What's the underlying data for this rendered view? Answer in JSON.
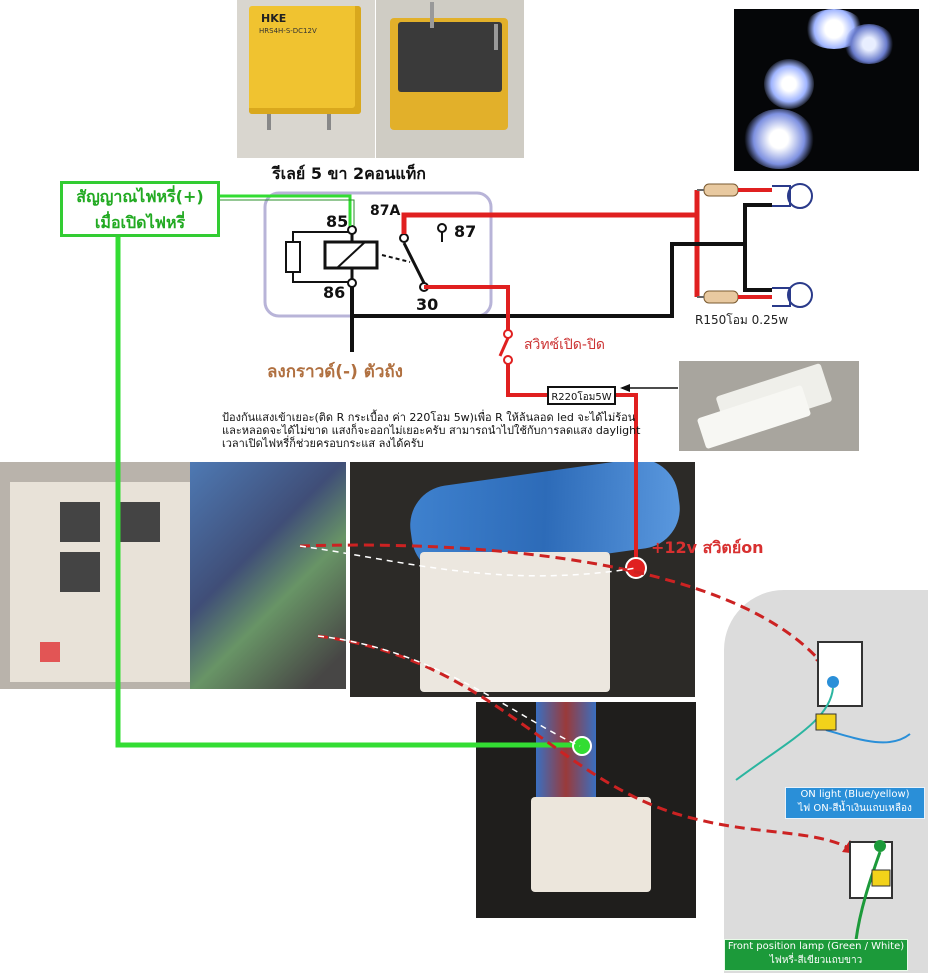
{
  "relay": {
    "caption": "รีเลย์   5 ขา 2คอนแท็ก",
    "brand_top": "HKE",
    "brand_model": "HRS4H-S-DC12V",
    "pins": {
      "p85": "85",
      "p86": "86",
      "p87a": "87A",
      "p87": "87",
      "p30": "30"
    }
  },
  "signal": {
    "line1": "สัญญาณไฟหรี่(+)",
    "line2": "เมื่อเปิดไฟหรี่"
  },
  "ground_label": "ลงกราวด์(-) ตัวถัง",
  "switch_label": "สวิทซ์เปิด-ปิด",
  "resistor_led_label": "R150โอม 0.25w",
  "resistor_220_label": "R220โอม5W",
  "note": "ป้องกันแสงเข้าเยอะ(ติด R กระเบื้อง ค่า 220โอม 5w)เพื่อ R ให้ล้นลอด led จะได้ไม่ร้อน และหลอดจะได้ไม่ขาด แสงก็จะออกไม่เยอะครับ สามารถนำไปใช้กับการลดแสง daylight เวลาเปิดไฟหรี่ก็ช่วยครอบกระแส ลงได้ครับ",
  "v12_label": "+12v สวิตย์on",
  "on_light": {
    "line1": "ON light (Blue/yellow)",
    "line2": "ไฟ ON-สีน้ำเงินแถบเหลือง"
  },
  "front_lamp": {
    "line1": "Front position lamp (Green / White)",
    "line2": "ไฟหรี่-สีเขียวแถบขาว"
  },
  "colors": {
    "green_wire": "#33dd33",
    "red_wire": "#e02020",
    "black_wire": "#111111",
    "dashed_red": "#cc2222",
    "relay_box": "#b8b4d8"
  }
}
